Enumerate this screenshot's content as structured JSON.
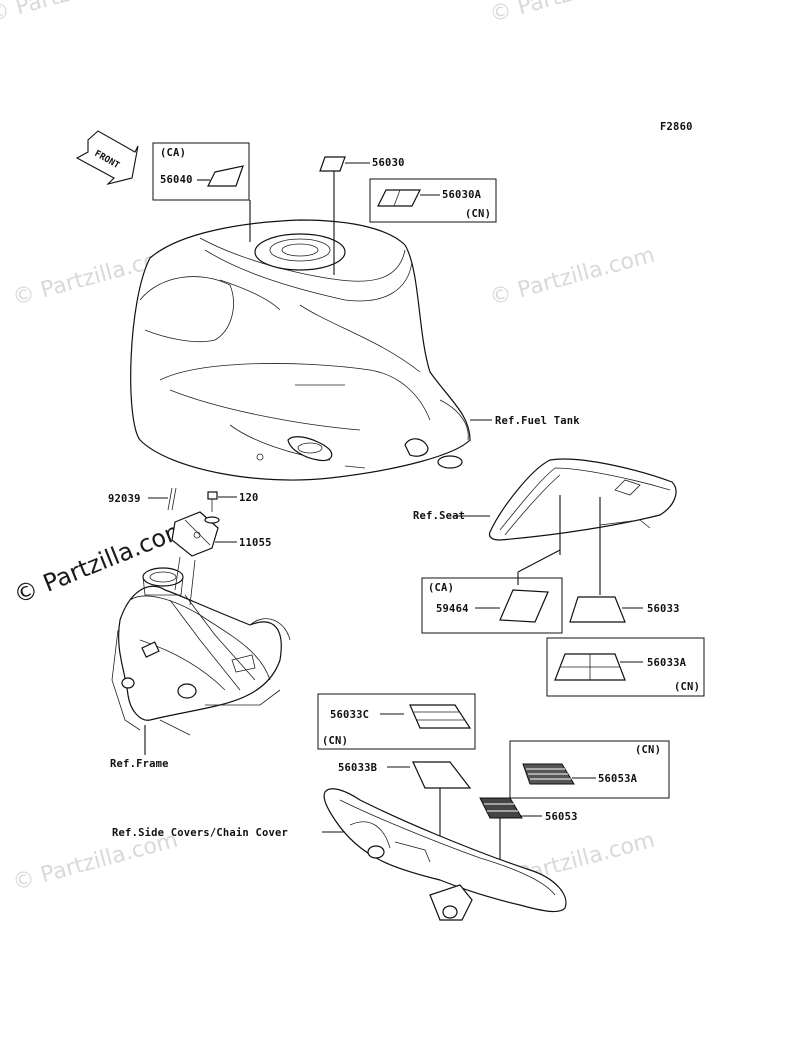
{
  "figure_code": "F2860",
  "front_label": "FRONT",
  "watermarks": {
    "light": "© Partzilla.com",
    "dark": "© Partzilla.com"
  },
  "boxes": {
    "ca_tank": "(CA)",
    "cn_tank": "(CN)",
    "ca_seat": "(CA)",
    "cn_seat": "(CN)",
    "cn_chain_upper": "(CN)",
    "cn_side": "(CN)"
  },
  "parts": {
    "p56040": "56040",
    "p56030": "56030",
    "p56030A": "56030A",
    "p92039": "92039",
    "p120": "120",
    "p11055": "11055",
    "p59464": "59464",
    "p56033": "56033",
    "p56033A": "56033A",
    "p56033C": "56033C",
    "p56033B": "56033B",
    "p56053A": "56053A",
    "p56053": "56053"
  },
  "refs": {
    "fuel_tank": "Ref.Fuel Tank",
    "seat": "Ref.Seat",
    "frame": "Ref.Frame",
    "side_covers": "Ref.Side Covers/Chain Cover"
  }
}
